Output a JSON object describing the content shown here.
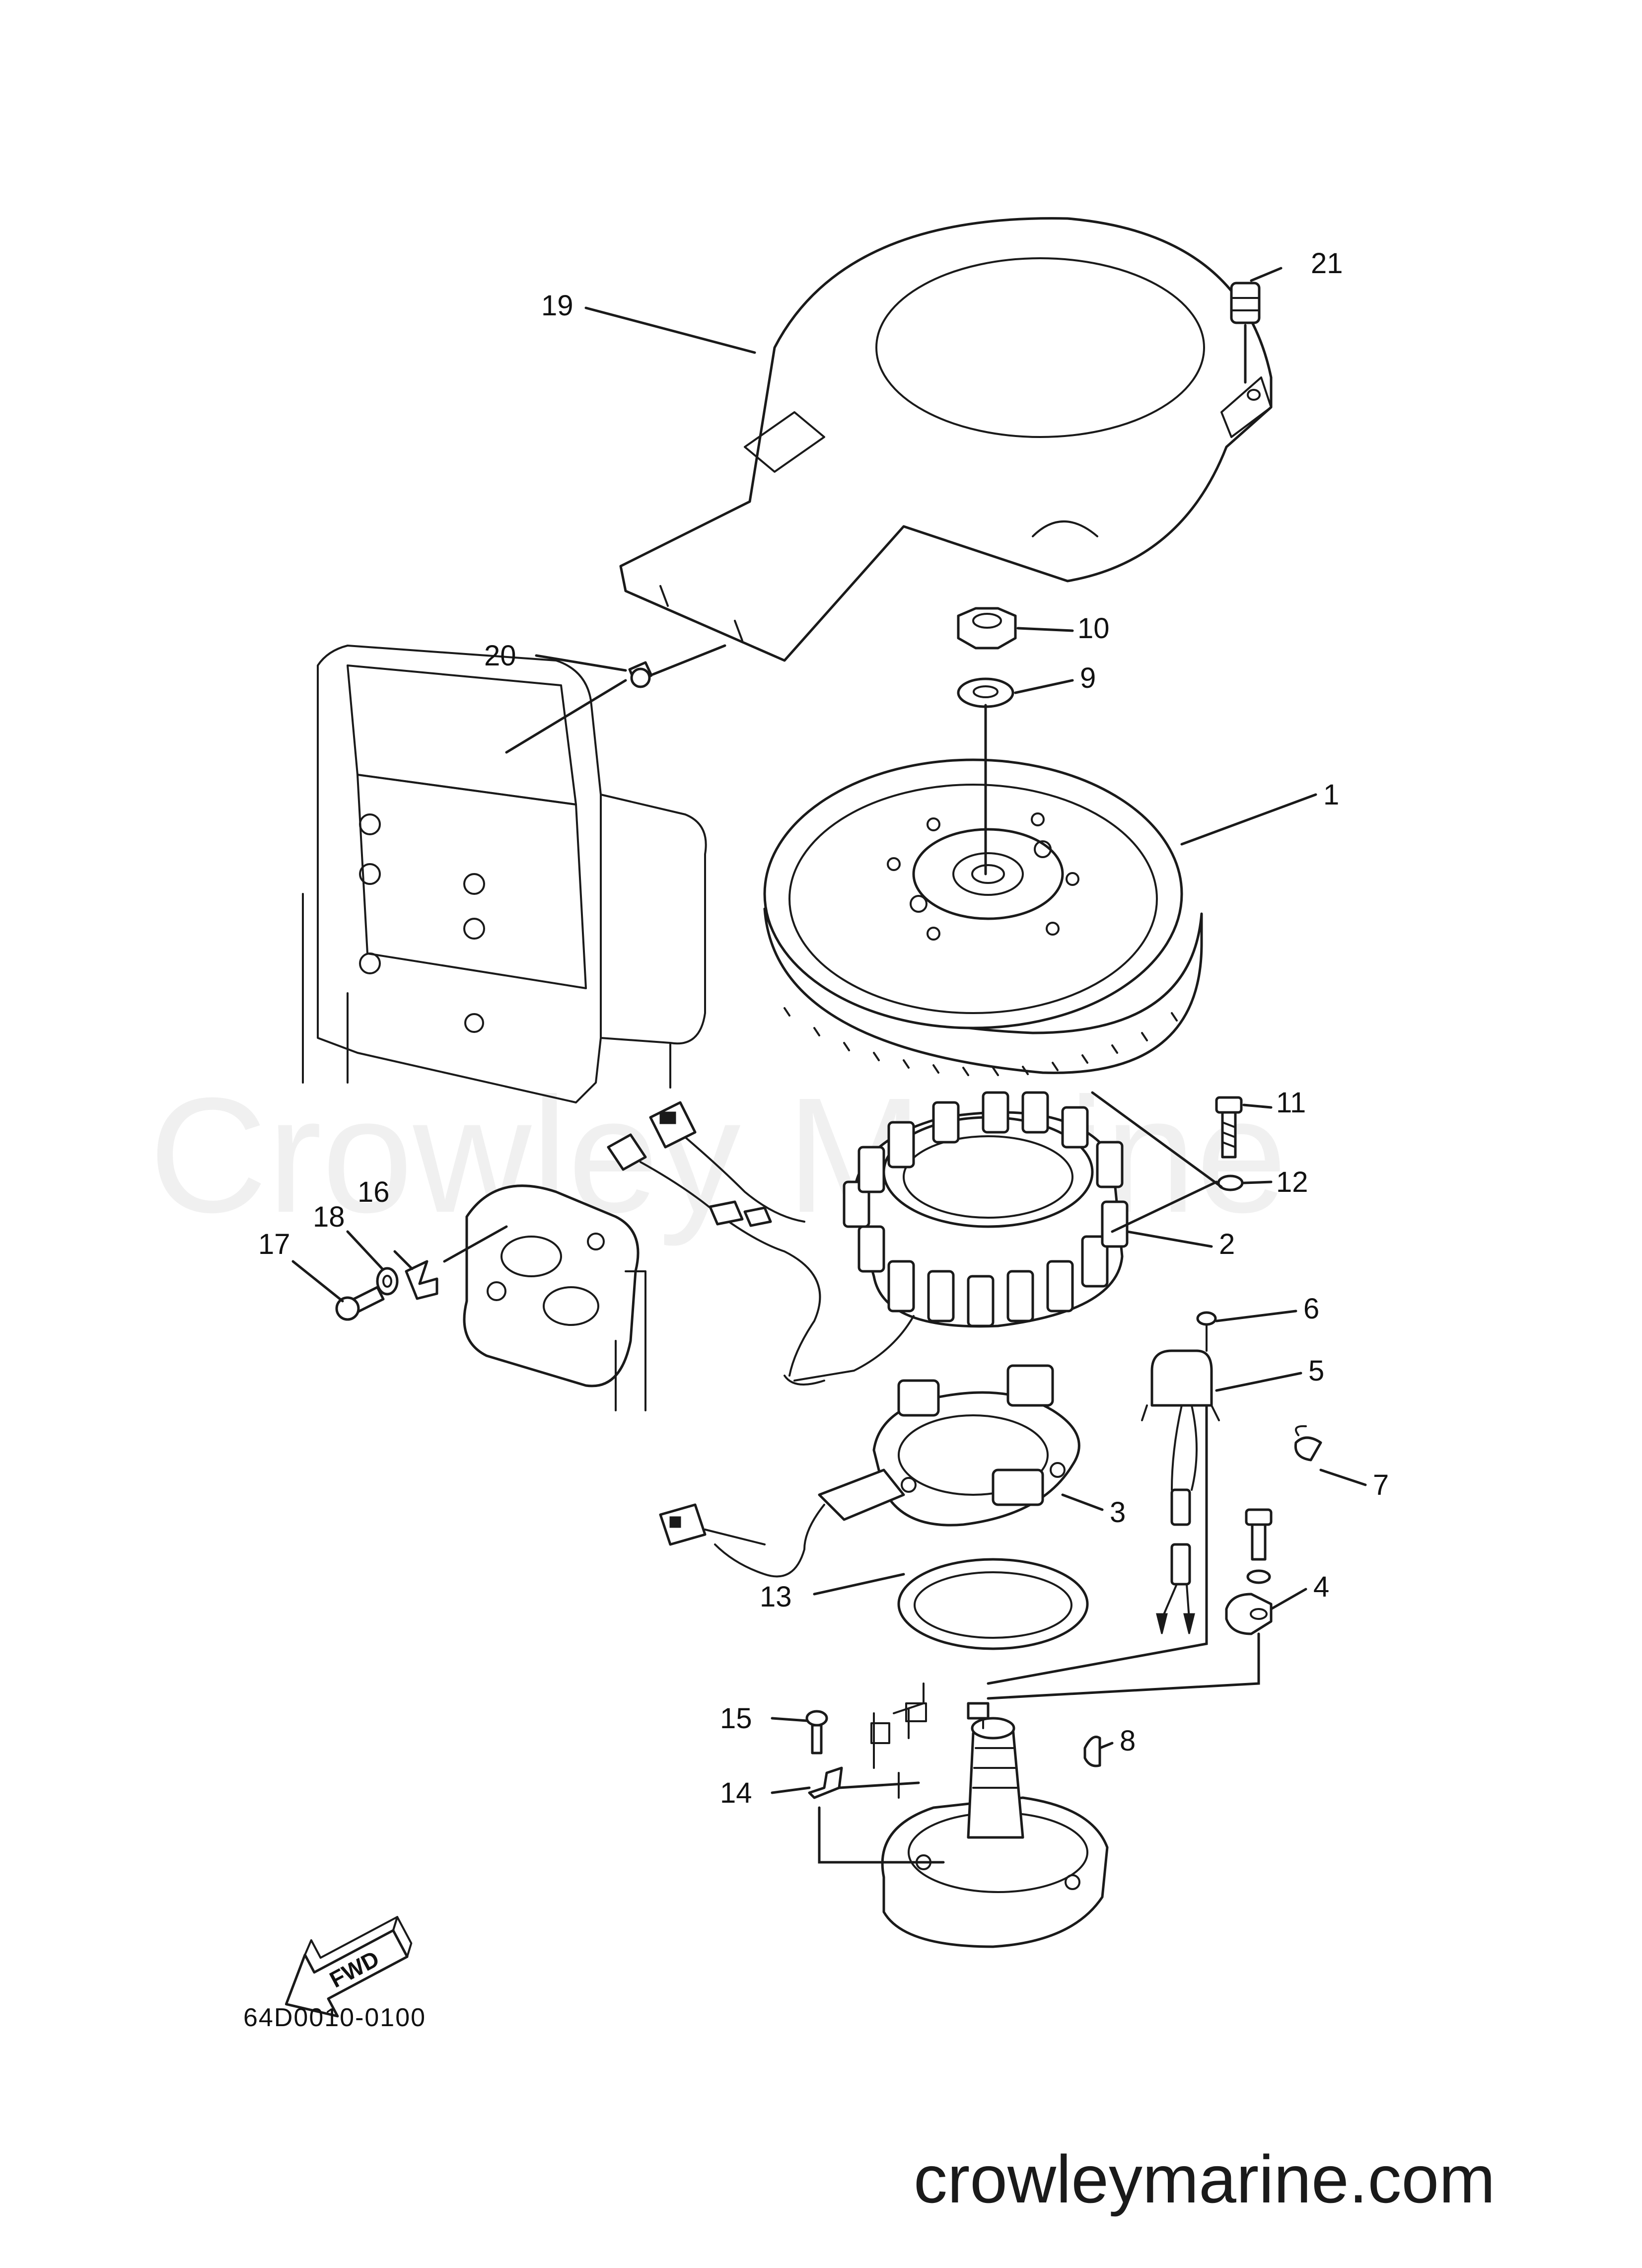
{
  "watermark": "Crowley Marine",
  "diagram_code": "64D0010-0100",
  "direction_arrow_label": "FWD",
  "site_url": "crowleymarine.com",
  "callouts": {
    "c1": "1",
    "c2": "2",
    "c3": "3",
    "c4": "4",
    "c5": "5",
    "c6": "6",
    "c7": "7",
    "c8": "8",
    "c9": "9",
    "c10": "10",
    "c11": "11",
    "c12": "12",
    "c13": "13",
    "c14": "14",
    "c15": "15",
    "c16": "16",
    "c17": "17",
    "c18": "18",
    "c19": "19",
    "c20": "20",
    "c21": "21"
  }
}
